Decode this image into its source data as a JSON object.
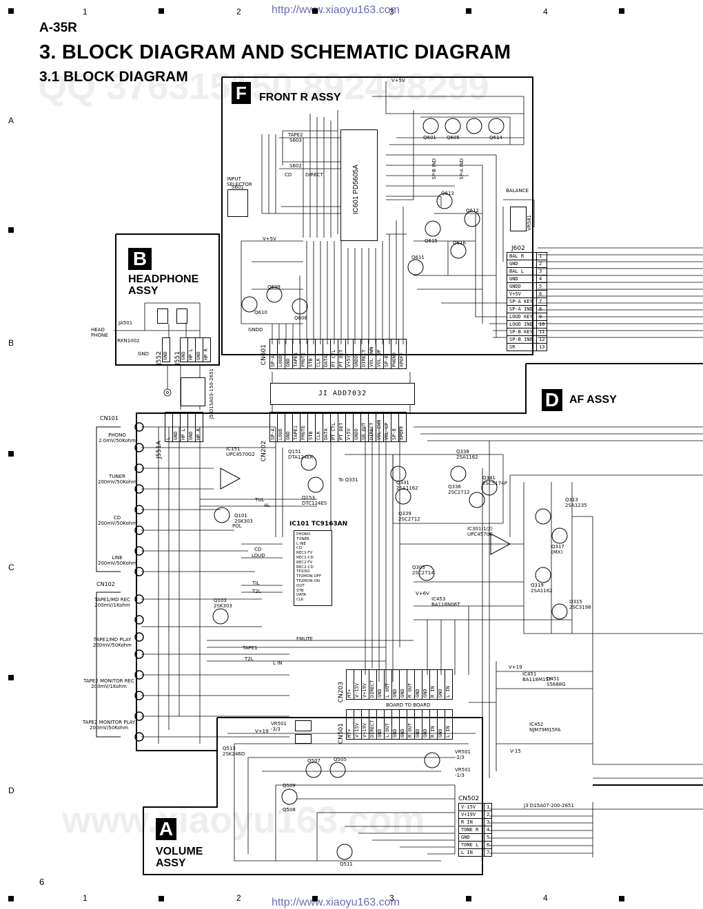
{
  "header": {
    "model": "A-35R",
    "title": "3. BLOCK DIAGRAM AND SCHEMATIC DIAGRAM",
    "subtitle": "3.1 BLOCK DIAGRAM",
    "url_top": "http://www.xiaoyu163.com",
    "url_bottom": "http://www.xiaoyu163.com"
  },
  "grid": {
    "columns": [
      "1",
      "2",
      "3",
      "4"
    ],
    "rows": [
      "A",
      "B",
      "C",
      "D"
    ]
  },
  "page_number": "6",
  "watermarks": [
    "QQ 376315150  892498299",
    "www.xiaoyu163.com"
  ],
  "assemblies": {
    "F": {
      "letter": "F",
      "name": "FRONT R ASSY"
    },
    "B": {
      "letter": "B",
      "name_line1": "HEADPHONE",
      "name_line2": "ASSY"
    },
    "D": {
      "letter": "D",
      "name": "AF ASSY"
    },
    "A": {
      "letter": "A",
      "name_line1": "VOLUME",
      "name_line2": "ASSY"
    }
  },
  "front": {
    "ic601": "IC601 PD5605A",
    "vplus5": "V+5V",
    "input_selector": "INPUT SELECTOR",
    "s601": "S601",
    "tape2": "TAPE2",
    "s603": "S603",
    "s602": "S602",
    "cd": "CD",
    "direct": "DIRECT",
    "balance": "BALANCE",
    "vr581": "VR581",
    "sp_b_ind": "SP-B IND",
    "sp_a_ind": "SP-A IND",
    "gndd": "GNDD",
    "j602": "J602",
    "j602_pins": [
      "BAL R",
      "GND",
      "BAL L",
      "GND",
      "GNDD",
      "V+5V",
      "SP-A KEY",
      "SP-A IND",
      "LOUD KEY",
      "LOUD IND",
      "SP-B KEY",
      "SP-B IND",
      "SR"
    ],
    "cn601": "CN601",
    "cn601_pins": [
      "SP-A",
      "LOUD",
      "GND",
      "TAPE1",
      "FMUTE",
      "STB",
      "CLK",
      "DATA",
      "PT CTL",
      "PT DET",
      "V+5V",
      "GNDD",
      "DIRECT",
      "VOL DWN",
      "VOL UP",
      "SP-B",
      "PHONO",
      "XPOFF"
    ],
    "transistors": [
      "Q601",
      "Q605",
      "Q614",
      "Q613",
      "Q612",
      "Q616",
      "Q615",
      "Q611",
      "Q609",
      "Q610",
      "Q608"
    ]
  },
  "headphone": {
    "jack": "JA501",
    "jack_label": "HEAD PHONE",
    "rkn": "RKN1002",
    "gnd": "GND",
    "j552": "J552",
    "j551": "J551",
    "j551_pins": [
      "GND",
      "HP L",
      "GND",
      "HP R"
    ],
    "j5": "J5 D15A03-150-2651"
  },
  "ji": {
    "label": "JI ADD7032"
  },
  "af": {
    "cn202": "CN202",
    "cn202_pins": [
      "SP-A",
      "LOUD",
      "GND",
      "TAPE1",
      "FMUTE",
      "STB",
      "CLK",
      "DATA",
      "PT CTL",
      "PT DET",
      "V+5V",
      "GNDD",
      "SR OUT",
      "DIRECT",
      "VOL DWN",
      "VOL UP",
      "SP-B",
      "XPOFF"
    ],
    "j551a": "J551A",
    "j551a_pins": [
      "L",
      "GND",
      "HP L",
      "GND",
      "HP R"
    ],
    "cn101": "CN101",
    "cn102": "CN102",
    "inputs": [
      "PHONO 2.0mV/50Kohm",
      "TUNER 200mV/50Kohm",
      "CD 200mV/50Kohm",
      "LINE 200mV/50Kohm"
    ],
    "tape_inputs": [
      "TAPE1/MD REC 200mV/1Kohm",
      "TAPE1/MD PLAY 200mV/50Kohm",
      "TAPE2 MONITOR REC 200mV/1Kohm",
      "TAPE2 MONITOR PLAY 200mV/50Kohm"
    ],
    "ic151": "IC151 UPC4570G2",
    "q151": "Q151 DTA124EK",
    "q153": "Q153 DTC124ES",
    "to_q331": "To Q331",
    "q101": "Q101 2SK303",
    "q103": "Q103 2SK303",
    "ic101": "IC101 TC9163AN",
    "ic101_pins": [
      "PHONO",
      "TUNER",
      "L INE",
      "CD",
      "REC1-TV",
      "REC1-CD",
      "REC2-TV",
      "REC2-CD",
      "TP1ISO",
      "TP2MON-OFF",
      "TP2MON-ON",
      "OUT",
      "STB",
      "DATA",
      "CLK"
    ],
    "q338": "Q338 2SA1162",
    "q341": "Q341 2SC5174P",
    "q331": "Q331 2SA1162",
    "q336": "Q336 2SC2712",
    "q339": "Q339 2SC2712",
    "ic301": "IC301(1/2) UPC4570C",
    "q303": "Q303 2SC2714",
    "ic453": "IC453 BA118N06T",
    "v_plus6": "V+6V",
    "q313": "Q313 2SA1235",
    "q317": "Q317 (MX)",
    "q319": "Q319 2SA1162",
    "q315": "Q315 2SC3198",
    "v_plus19": "V+19",
    "ic451": "IC451 BA118M15T",
    "ic452": "IC452 NJM79M15FA",
    "d451": "D451 S5688G",
    "v_minus15": "V-15",
    "cn203": "CN203",
    "cn203_pins": [
      "MT+",
      "V-15V",
      "V+19V",
      "DIRECT",
      "GND",
      "L OUT",
      "GND",
      "GND",
      "R OUT",
      "GND",
      "GND",
      "R IN",
      "GND",
      "L IN"
    ],
    "board_to_board": "BOARD TO BOARD",
    "cn501": "CN501",
    "cn501_pins": [
      "MT+",
      "V-15V",
      "V+19V",
      "DIRECT",
      "GND",
      "L OUT",
      "GND",
      "GND",
      "R OUT",
      "GND",
      "GND",
      "R IN",
      "GND",
      "L IN"
    ],
    "labels": [
      "POL",
      "TAPE1",
      "T2L",
      "L IN",
      "FMUTE",
      "CD",
      "LOUD",
      "TIL",
      "T2L",
      "TUL",
      "AL"
    ]
  },
  "volume": {
    "vr501_a": "VR501 -3/3",
    "vr501_b": "VR501 -2/3",
    "vr501_c": "VR501 -1/3",
    "v_plus19": "V+19",
    "q513": "Q513 2SK246D",
    "transistors": [
      "Q507",
      "Q505",
      "Q509",
      "Q508",
      "Q511"
    ],
    "cn502": "CN502",
    "cn502_pins": [
      "V-15V",
      "V+19V",
      "R IN",
      "TONE R",
      "GND",
      "TONE L",
      "L IN"
    ],
    "j3": "J3 D15A07-200-2651"
  }
}
